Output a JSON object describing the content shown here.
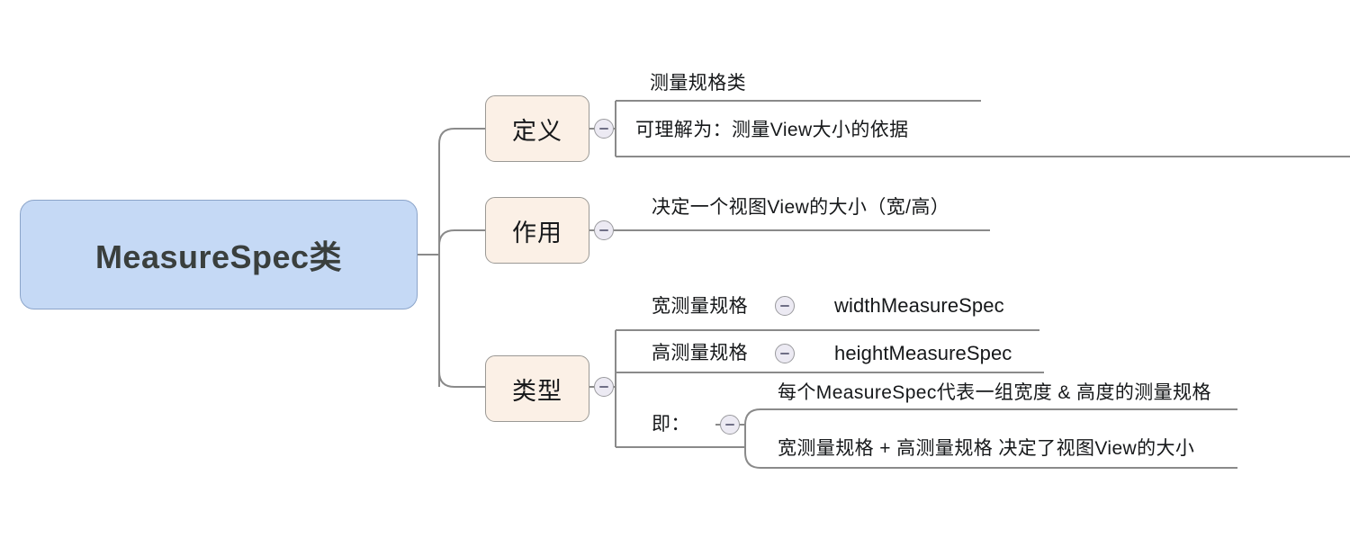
{
  "diagram": {
    "type": "mindmap",
    "title": "MeasureSpec类",
    "background": "#ffffff",
    "colors": {
      "root_fill": "#c5d9f5",
      "root_stroke": "#8ba4c9",
      "branch_fill": "#fbf0e6",
      "branch_stroke": "#9b9995",
      "connector": "#8a8a8a",
      "text": "#16181a",
      "root_text": "#3a3f3d",
      "toggle_fill": "#eceaf3",
      "toggle_stroke": "#9a9a9e"
    }
  },
  "root": {
    "label": "MeasureSpec类"
  },
  "branches": [
    {
      "id": "definition",
      "label": "定义",
      "toggle": "collapse-toggle",
      "children": [
        {
          "label": "测量规格类"
        },
        {
          "label": "可理解为：测量View大小的依据"
        }
      ]
    },
    {
      "id": "purpose",
      "label": "作用",
      "toggle": "collapse-toggle",
      "children": [
        {
          "label": "决定一个视图View的大小（宽/高）"
        }
      ]
    },
    {
      "id": "types",
      "label": "类型",
      "toggle": "collapse-toggle",
      "children": [
        {
          "label": "宽测量规格",
          "toggle": "collapse-toggle",
          "children": [
            {
              "label": "widthMeasureSpec"
            }
          ]
        },
        {
          "label": "高测量规格",
          "toggle": "collapse-toggle",
          "children": [
            {
              "label": "heightMeasureSpec"
            }
          ]
        },
        {
          "label": "即：",
          "toggle": "collapse-toggle",
          "children": [
            {
              "label": "每个MeasureSpec代表一组宽度 & 高度的测量规格"
            },
            {
              "label": "宽测量规格 + 高测量规格 决定了视图View的大小"
            }
          ]
        }
      ]
    }
  ]
}
